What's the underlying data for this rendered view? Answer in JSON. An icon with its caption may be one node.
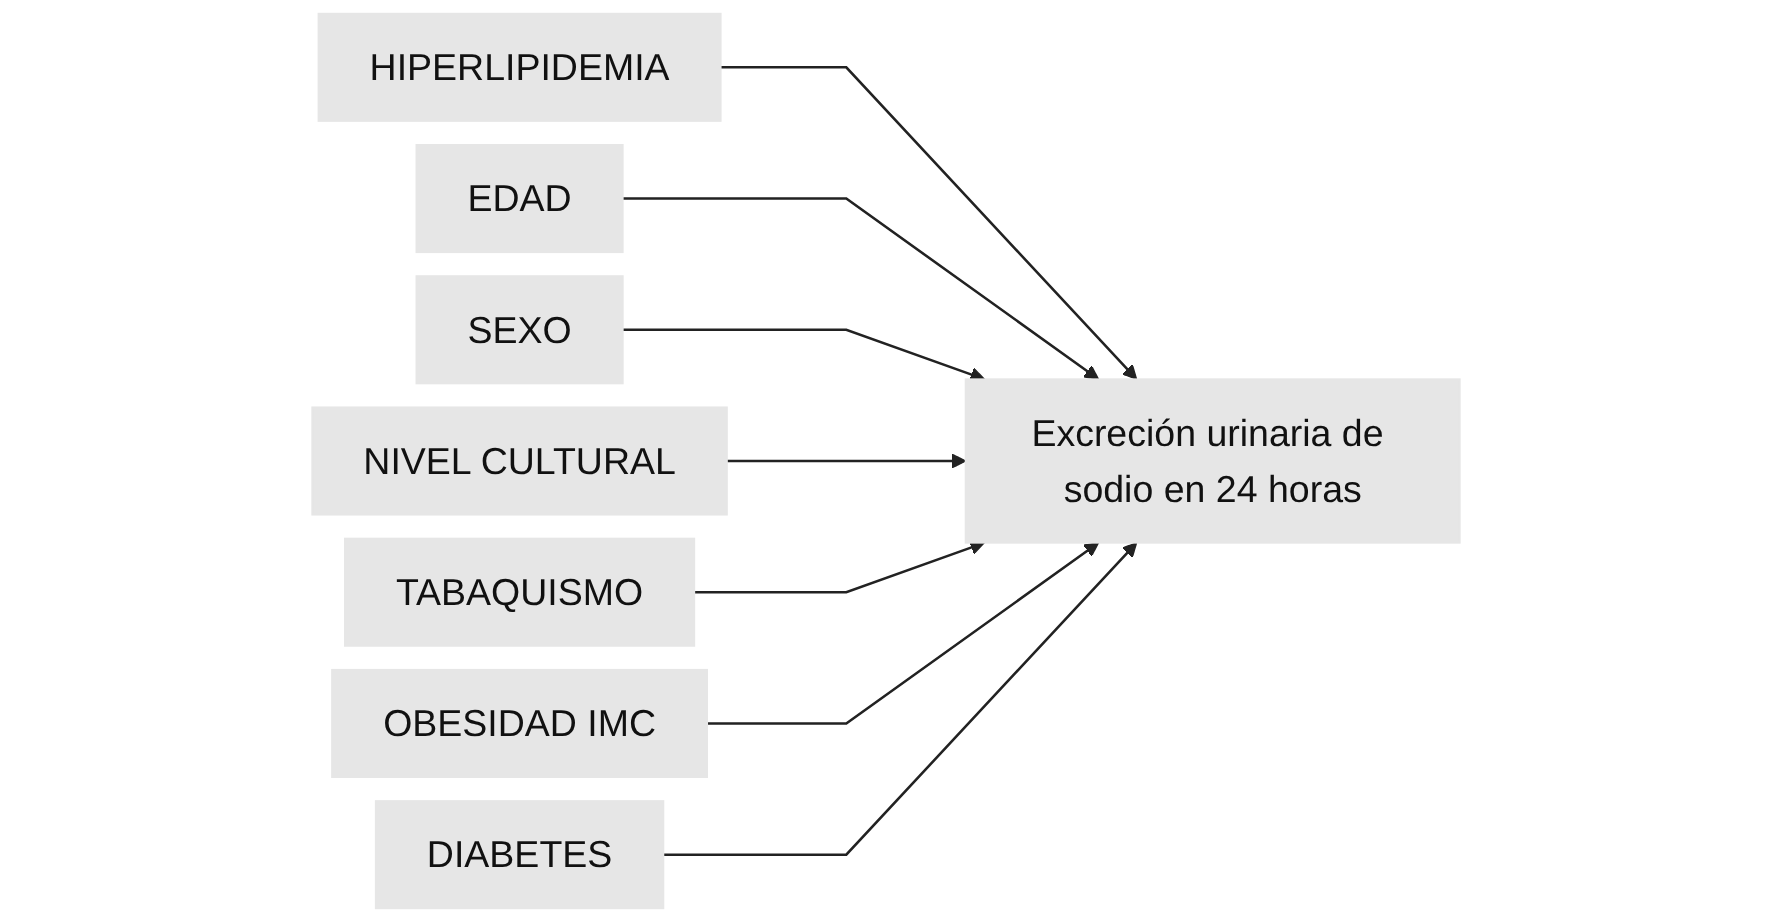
{
  "diagram": {
    "nodes": [
      {
        "text": [
          "HIPERLIPIDEMIA"
        ]
      },
      {
        "text": [
          "EDAD"
        ]
      },
      {
        "text": [
          "SEXO"
        ]
      },
      {
        "text": [
          "NIVEL CULTURAL"
        ]
      },
      {
        "text": [
          "TABAQUISMO"
        ]
      },
      {
        "text": [
          "OBESIDAD IMC"
        ]
      },
      {
        "text": [
          "DIABETES"
        ]
      },
      {
        "text": [
          "Excreción urinaria de sodio en 24 horas"
        ]
      }
    ],
    "edges": [
      {
        "from": 0,
        "to": 7,
        "arrow": "to"
      },
      {
        "from": 1,
        "to": 7,
        "arrow": "to"
      },
      {
        "from": 2,
        "to": 7,
        "arrow": "to"
      },
      {
        "from": 3,
        "to": 7,
        "arrow": "to"
      },
      {
        "from": 4,
        "to": 7,
        "arrow": "to"
      },
      {
        "from": 5,
        "to": 7,
        "arrow": "to"
      },
      {
        "from": 6,
        "to": 7,
        "arrow": "to"
      }
    ]
  }
}
